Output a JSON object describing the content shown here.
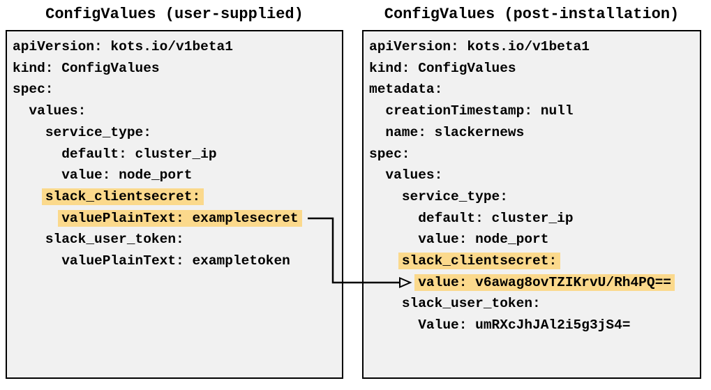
{
  "colors": {
    "page_bg": "#ffffff",
    "panel_bg": "#f1f1f1",
    "panel_border": "#000000",
    "highlight": "#fbd98c",
    "text": "#000000",
    "arrow": "#000000"
  },
  "left_panel": {
    "title": "ConfigValues (user-supplied)",
    "lines": [
      {
        "indent": 0,
        "text": "apiVersion: kots.io/v1beta1",
        "highlight": false
      },
      {
        "indent": 0,
        "text": "kind: ConfigValues",
        "highlight": false
      },
      {
        "indent": 0,
        "text": "spec:",
        "highlight": false
      },
      {
        "indent": 2,
        "text": "values:",
        "highlight": false
      },
      {
        "indent": 4,
        "text": "service_type:",
        "highlight": false
      },
      {
        "indent": 6,
        "text": "default: cluster_ip",
        "highlight": false
      },
      {
        "indent": 6,
        "text": "value: node_port",
        "highlight": false
      },
      {
        "indent": 4,
        "text": "slack_clientsecret:",
        "highlight": true
      },
      {
        "indent": 6,
        "text": "valuePlainText: examplesecret",
        "highlight": true
      },
      {
        "indent": 4,
        "text": "slack_user_token:",
        "highlight": false
      },
      {
        "indent": 6,
        "text": "valuePlainText: exampletoken",
        "highlight": false
      }
    ]
  },
  "right_panel": {
    "title": "ConfigValues (post-installation)",
    "lines": [
      {
        "indent": 0,
        "text": "apiVersion: kots.io/v1beta1",
        "highlight": false
      },
      {
        "indent": 0,
        "text": "kind: ConfigValues",
        "highlight": false
      },
      {
        "indent": 0,
        "text": "metadata:",
        "highlight": false
      },
      {
        "indent": 2,
        "text": "creationTimestamp: null",
        "highlight": false
      },
      {
        "indent": 2,
        "text": "name: slackernews",
        "highlight": false
      },
      {
        "indent": 0,
        "text": "spec:",
        "highlight": false
      },
      {
        "indent": 2,
        "text": "values:",
        "highlight": false
      },
      {
        "indent": 4,
        "text": "service_type:",
        "highlight": false
      },
      {
        "indent": 6,
        "text": "default: cluster_ip",
        "highlight": false
      },
      {
        "indent": 6,
        "text": "value: node_port",
        "highlight": false
      },
      {
        "indent": 4,
        "text": "slack_clientsecret:",
        "highlight": true
      },
      {
        "indent": 6,
        "text": "value: v6awag8ovTZIKrvU/Rh4PQ==",
        "highlight": true
      },
      {
        "indent": 4,
        "text": "slack_user_token:",
        "highlight": false
      },
      {
        "indent": 6,
        "text": "Value: umRXcJhJAl2i5g3jS4=",
        "highlight": false
      }
    ]
  }
}
